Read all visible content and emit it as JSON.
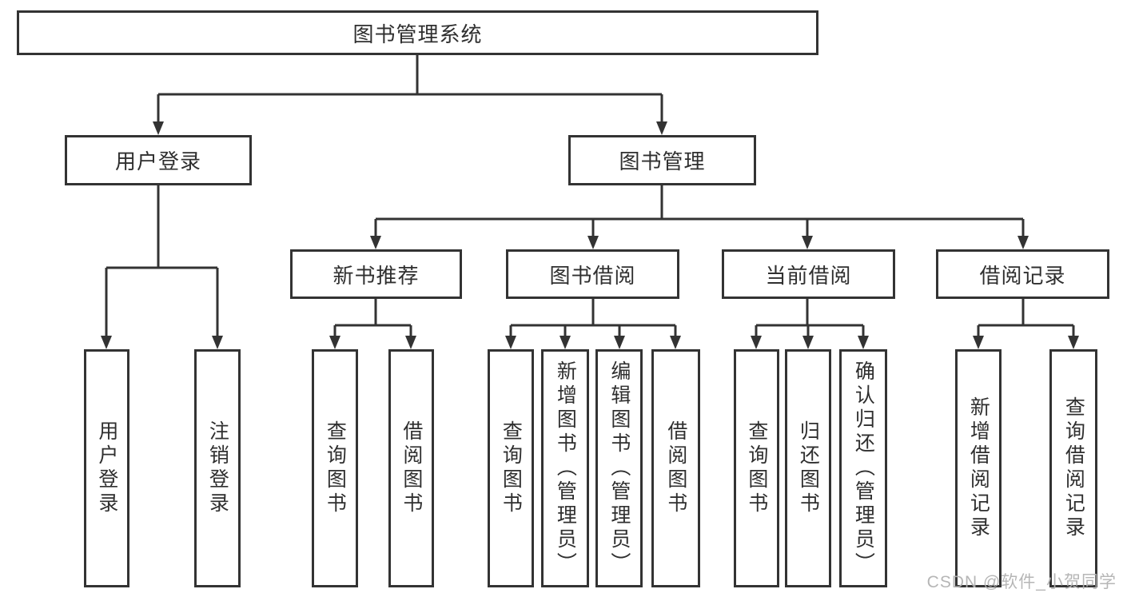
{
  "diagram": {
    "title": "图书管理系统",
    "tree": {
      "root": {
        "label": "图书管理系统"
      },
      "level2": [
        {
          "id": "user-login",
          "label": "用户登录"
        },
        {
          "id": "book-management",
          "label": "图书管理"
        }
      ],
      "level3": [
        {
          "id": "new-book-recommend",
          "label": "新书推荐",
          "parent": "图书管理"
        },
        {
          "id": "book-borrowing",
          "label": "图书借阅",
          "parent": "图书管理"
        },
        {
          "id": "current-borrowing",
          "label": "当前借阅",
          "parent": "图书管理"
        },
        {
          "id": "borrowing-records",
          "label": "借阅记录",
          "parent": "图书管理"
        }
      ],
      "level4": [
        {
          "id": "user-login-leaf",
          "label": "用户登录",
          "parent": "用户登录"
        },
        {
          "id": "logout",
          "label": "注销登录",
          "parent": "用户登录"
        },
        {
          "id": "query-books-recommend",
          "label": "查询图书",
          "parent": "新书推荐"
        },
        {
          "id": "borrow-books-recommend",
          "label": "借阅图书",
          "parent": "新书推荐"
        },
        {
          "id": "query-books-borrowing",
          "label": "查询图书",
          "parent": "图书借阅"
        },
        {
          "id": "add-books-admin",
          "label": "新增图书（管理员）",
          "parent": "图书借阅"
        },
        {
          "id": "edit-books-admin",
          "label": "编辑图书（管理员）",
          "parent": "图书借阅"
        },
        {
          "id": "borrow-books-borrowing",
          "label": "借阅图书",
          "parent": "图书借阅"
        },
        {
          "id": "query-books-current",
          "label": "查询图书",
          "parent": "当前借阅"
        },
        {
          "id": "return-books",
          "label": "归还图书",
          "parent": "当前借阅"
        },
        {
          "id": "confirm-return-admin",
          "label": "确认归还（管理员）",
          "parent": "当前借阅"
        },
        {
          "id": "add-borrow-record",
          "label": "新增借阅记录",
          "parent": "借阅记录"
        },
        {
          "id": "query-borrow-record",
          "label": "查询借阅记录",
          "parent": "借阅记录"
        }
      ]
    },
    "colors": {
      "line": "#333333",
      "box_border": "#333333",
      "box_background": "#ffffff",
      "text": "#2f2f2f",
      "watermark": "#b2b2b2"
    },
    "watermark": "CSDN @软件_小贺同学"
  }
}
